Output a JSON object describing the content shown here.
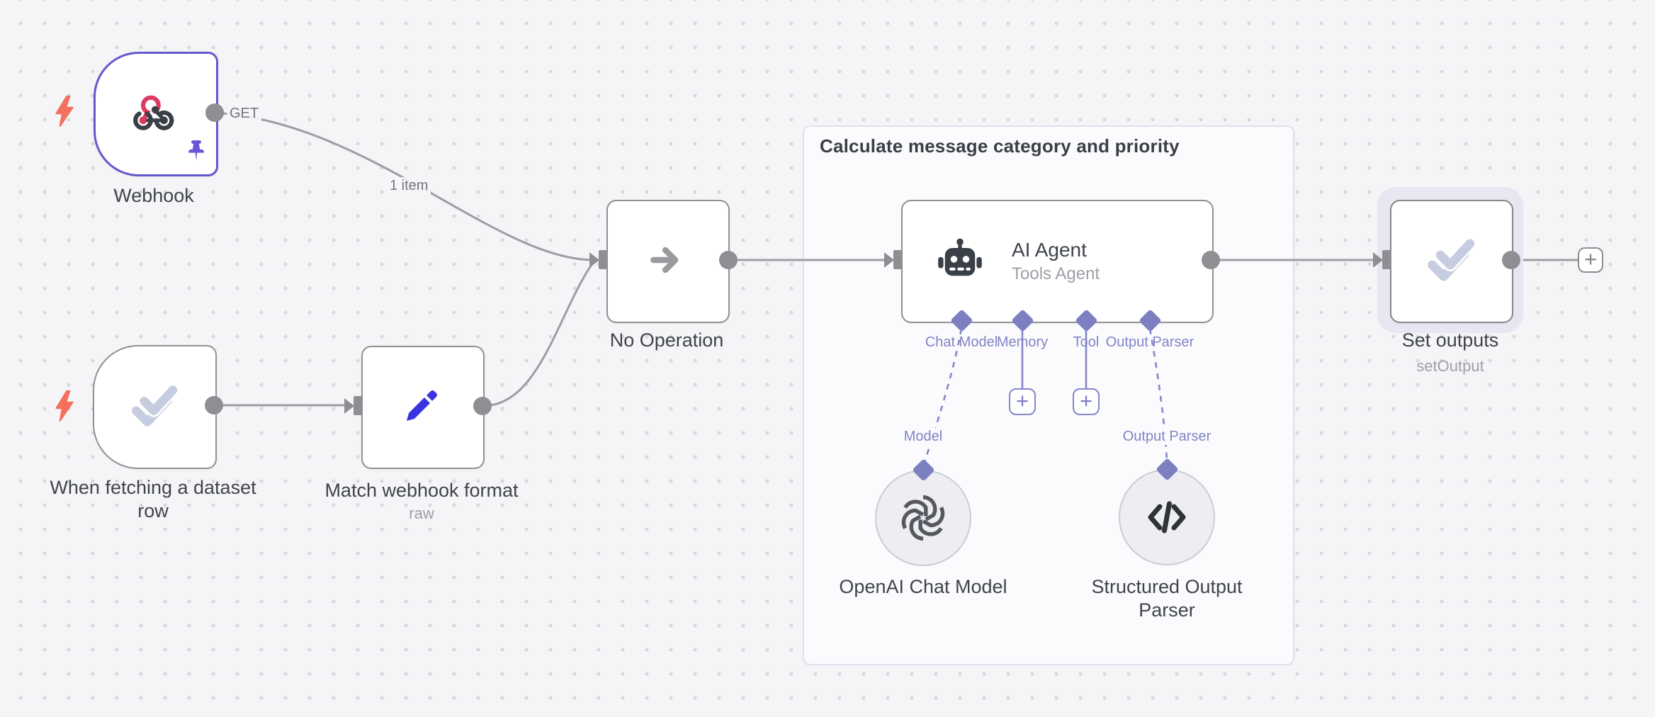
{
  "colors": {
    "canvas_bg": "#f5f5f7",
    "selected_node_border": "#6358cf",
    "node_border_gray": "#909195",
    "connection_gray": "#9d9ea2",
    "ai_connector_purple": "#7c80c1",
    "ai_label_purple": "#8184c4",
    "pencil_blue": "#3b33e0",
    "webhook_pink": "#dd3a61",
    "icon_dark": "#3a4047",
    "light_check": "#c6cde0",
    "trigger_lightning_orange": "#f2705c"
  },
  "group": {
    "title": "Calculate message category and priority"
  },
  "edges": {
    "items_label": "1 item"
  },
  "icons": {
    "lightning_trigger": "⚡",
    "pinned_data_pin": "📌",
    "webhook_logo": "webhook",
    "double_check": "✔✔",
    "pencil_edit": "✏",
    "arrow_right": "→",
    "robot": "🤖",
    "openai_logo": "✳",
    "code_chevrons": "</>",
    "plus": "+"
  },
  "nodes": {
    "webhook": {
      "label": "Webhook",
      "method_badge": "GET"
    },
    "when_fetching": {
      "label": "When fetching a dataset row"
    },
    "match_format": {
      "label": "Match webhook format",
      "sublabel": "raw"
    },
    "no_operation": {
      "label": "No Operation"
    },
    "ai_agent": {
      "label": "AI Agent",
      "sublabel": "Tools Agent",
      "ports": {
        "chat_model": "Chat Model",
        "memory": "Memory",
        "tool": "Tool",
        "output_parser": "Output Parser"
      }
    },
    "set_outputs": {
      "label": "Set outputs",
      "sublabel": "setOutput"
    },
    "openai_chat_model": {
      "label": "OpenAI Chat Model",
      "port_label": "Model"
    },
    "structured_output_parser": {
      "label": "Structured Output Parser",
      "port_label": "Output Parser"
    }
  }
}
